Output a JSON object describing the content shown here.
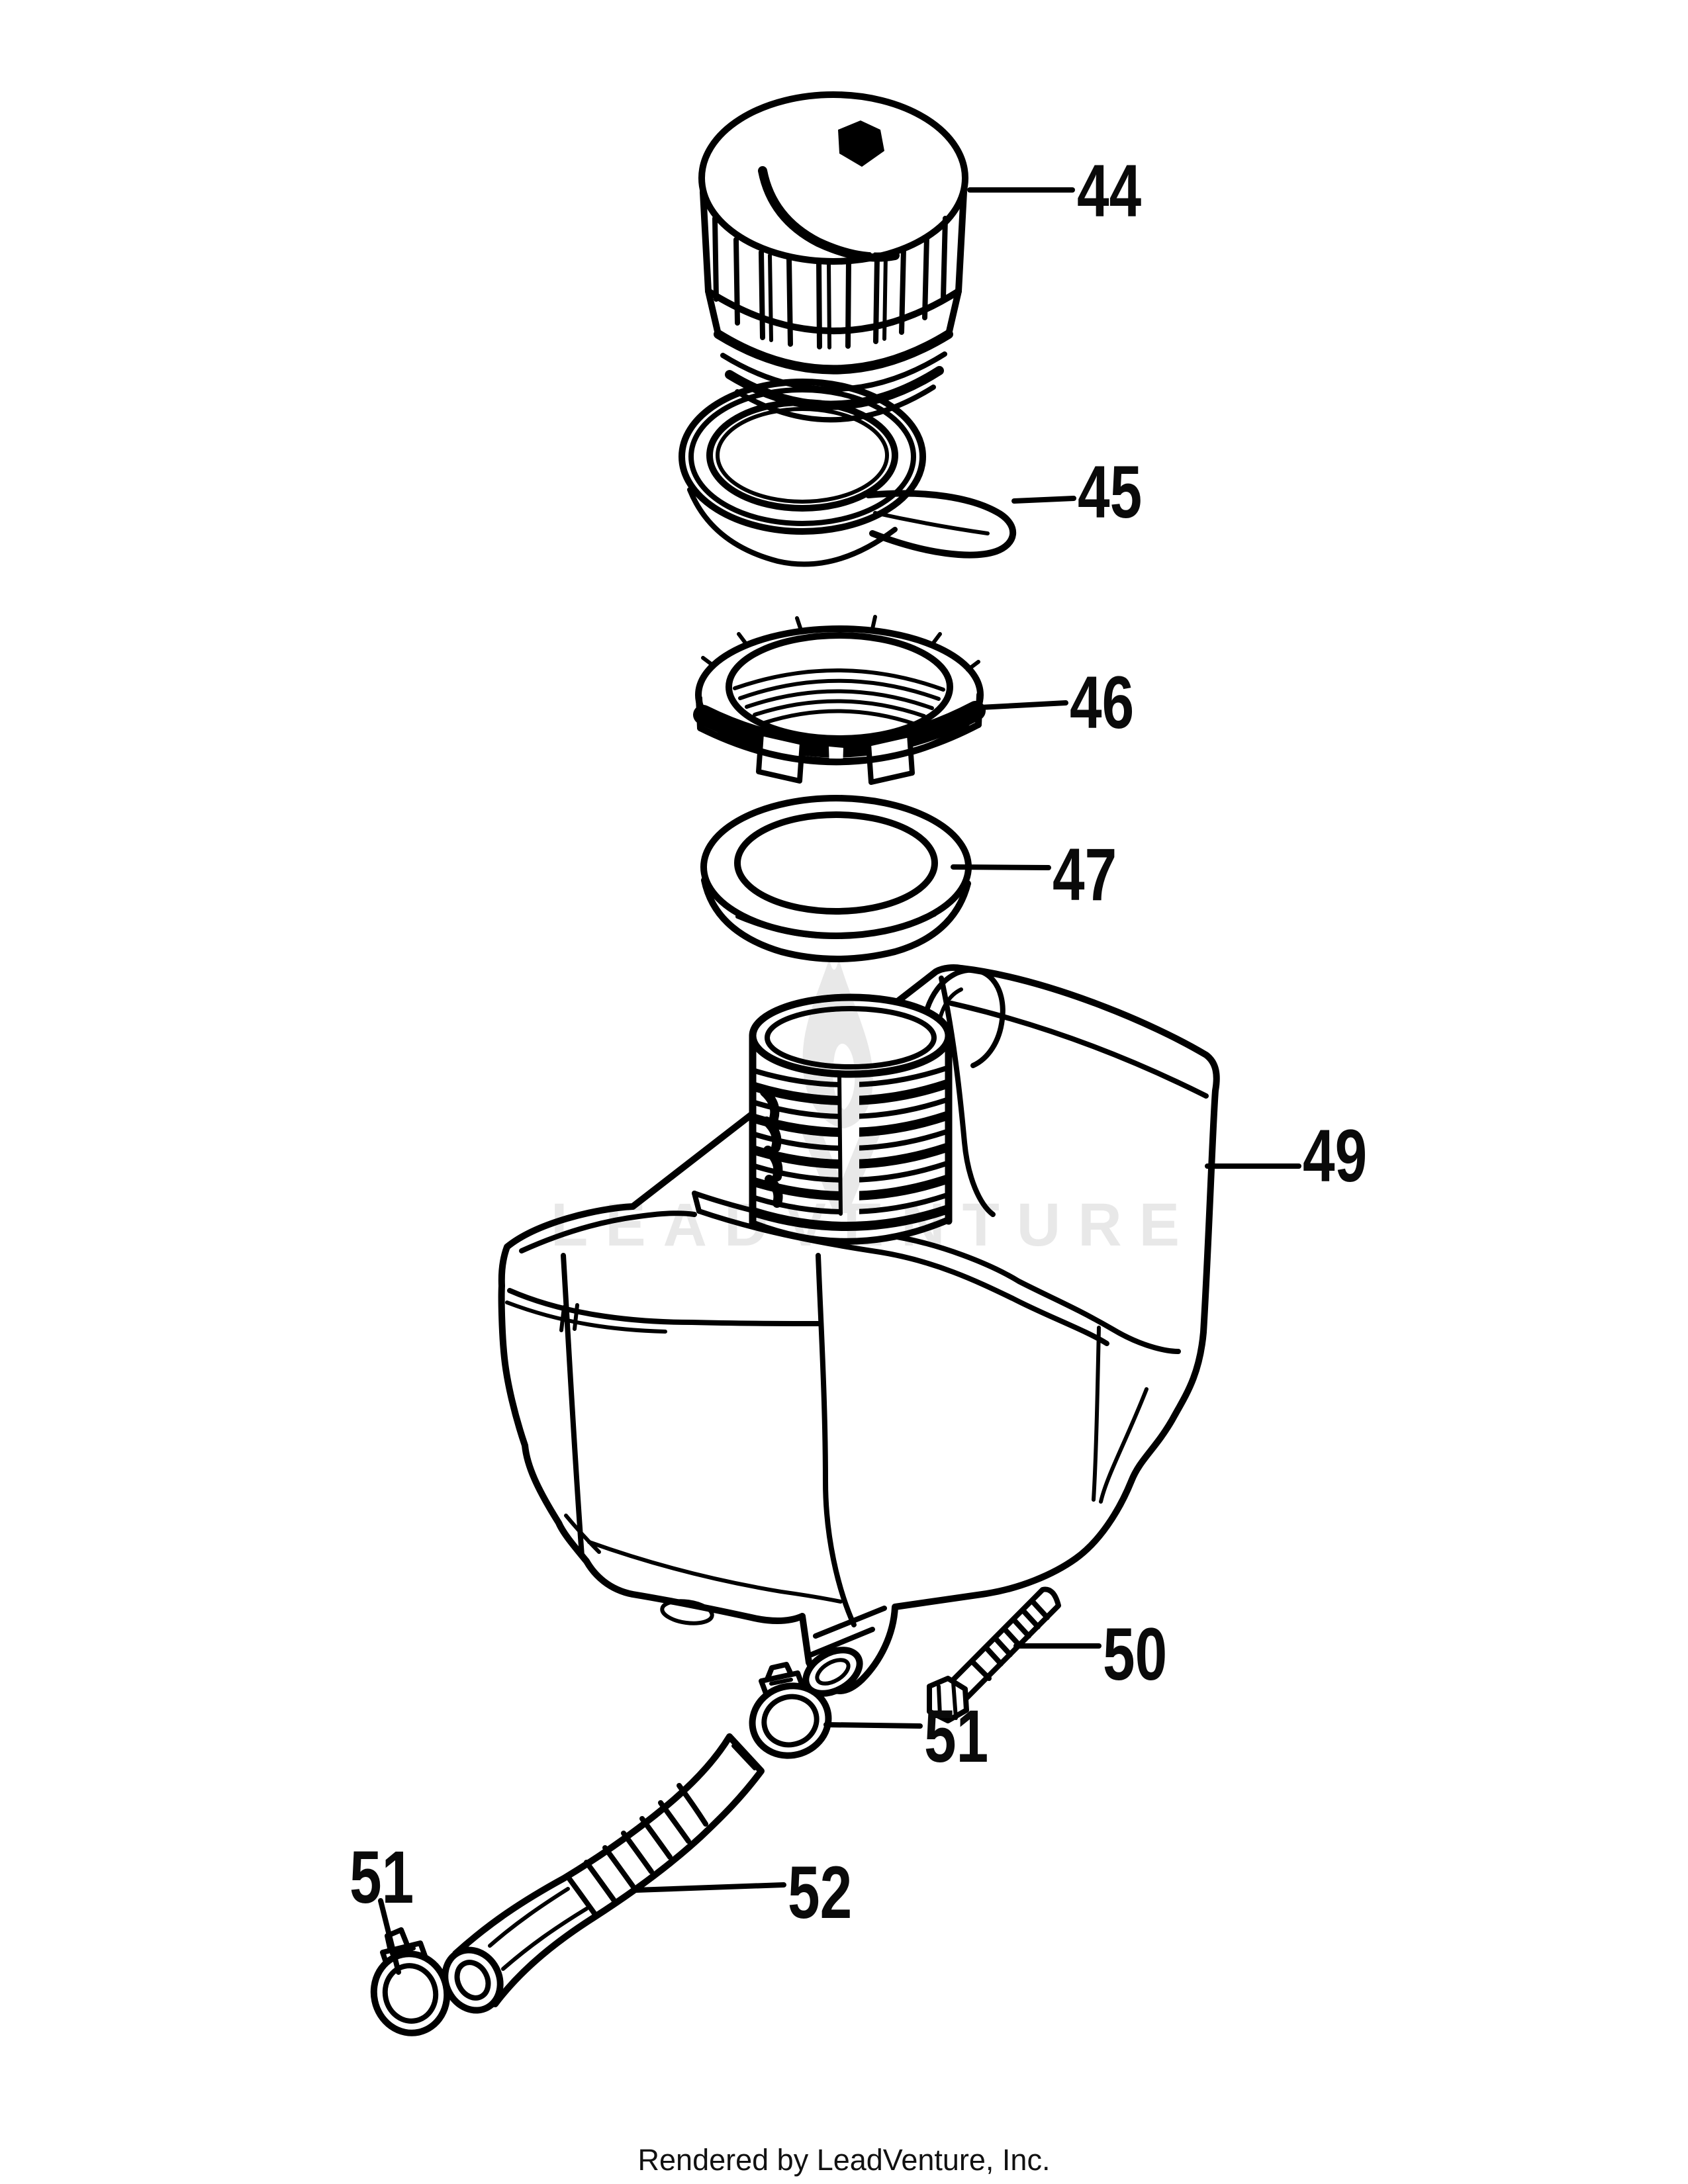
{
  "colors": {
    "line": "#000000",
    "background": "#ffffff",
    "watermark": "#e8e8e8",
    "label": "#0a0a0a"
  },
  "watermark": {
    "text": "LEADVENTURE"
  },
  "callouts": [
    {
      "label": "44"
    },
    {
      "label": "45"
    },
    {
      "label": "46"
    },
    {
      "label": "47"
    },
    {
      "label": "49"
    },
    {
      "label": "50"
    },
    {
      "label": "51"
    },
    {
      "label": "51"
    },
    {
      "label": "52"
    }
  ],
  "footer": {
    "text": "Rendered by LeadVenture, Inc."
  }
}
